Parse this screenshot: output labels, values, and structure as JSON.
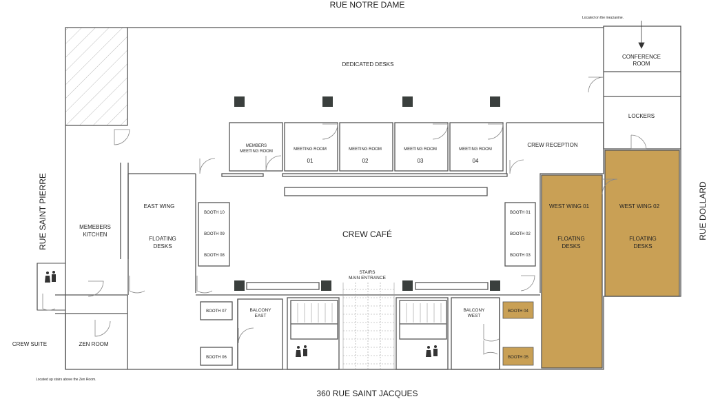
{
  "streets": {
    "north": "RUE NOTRE DAME",
    "south": "360 RUE SAINT JACQUES",
    "west": "RUE SAINT PIERRE",
    "east": "RUE DOLLARD"
  },
  "notes": {
    "mezzanine": "Located on the mezzanine.",
    "zen": "Located up stairs above the Zen Room."
  },
  "rooms": {
    "dedicated_desks": "DEDICATED DESKS",
    "conference_1": "CONFERENCE",
    "conference_2": "ROOM",
    "lockers": "LOCKERS",
    "members_meeting_1": "MEMBERS",
    "members_meeting_2": "MEETING ROOM",
    "meeting_room_label": "MEETING ROOM",
    "mr01": "01",
    "mr02": "02",
    "mr03": "03",
    "mr04": "04",
    "crew_reception": "CREW RECEPTION",
    "east_wing": "EAST WING",
    "floating_1": "FLOATING",
    "floating_2": "DESKS",
    "crew_cafe": "CREW CAFÉ",
    "west_wing_01": "WEST WING 01",
    "west_wing_02": "WEST WING 02",
    "members_kitchen_1": "MEMEBERS",
    "members_kitchen_2": "KITCHEN",
    "stairs_1": "STAIRS",
    "stairs_2": "MAIN ENTRANCE",
    "balcony_east_1": "BALCONY",
    "balcony_east_2": "EAST",
    "balcony_west_1": "BALCONY",
    "balcony_west_2": "WEST",
    "crew_suite": "CREW SUITE",
    "zen_room": "ZEN ROOM"
  },
  "booths": {
    "b01": "BOOTH 01",
    "b02": "BOOTH 02",
    "b03": "BOOTH 03",
    "b04": "BOOTH 04",
    "b05": "BOOTH 05",
    "b06": "BOOTH 06",
    "b07": "BOOTH 07",
    "b08": "BOOTH 08",
    "b09": "BOOTH 09",
    "b10": "BOOTH 10"
  },
  "colors": {
    "highlight": "#c9a055",
    "wall": "#555555",
    "pillar": "#3a3f3d"
  }
}
